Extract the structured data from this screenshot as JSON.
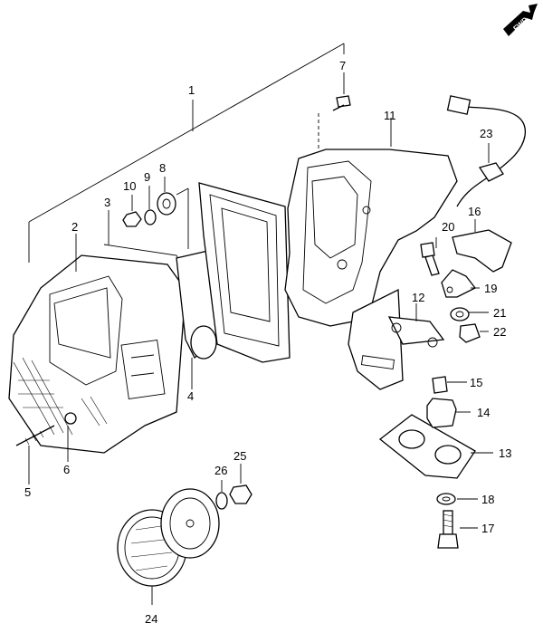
{
  "fwd_label": "FWD",
  "parts": [
    {
      "id": "1"
    },
    {
      "id": "2"
    },
    {
      "id": "3"
    },
    {
      "id": "4"
    },
    {
      "id": "5"
    },
    {
      "id": "6"
    },
    {
      "id": "7"
    },
    {
      "id": "8"
    },
    {
      "id": "9"
    },
    {
      "id": "10"
    },
    {
      "id": "11"
    },
    {
      "id": "12"
    },
    {
      "id": "13"
    },
    {
      "id": "14"
    },
    {
      "id": "15"
    },
    {
      "id": "16"
    },
    {
      "id": "17"
    },
    {
      "id": "18"
    },
    {
      "id": "19"
    },
    {
      "id": "20"
    },
    {
      "id": "21"
    },
    {
      "id": "22"
    },
    {
      "id": "23"
    },
    {
      "id": "24"
    },
    {
      "id": "25"
    },
    {
      "id": "26"
    }
  ]
}
